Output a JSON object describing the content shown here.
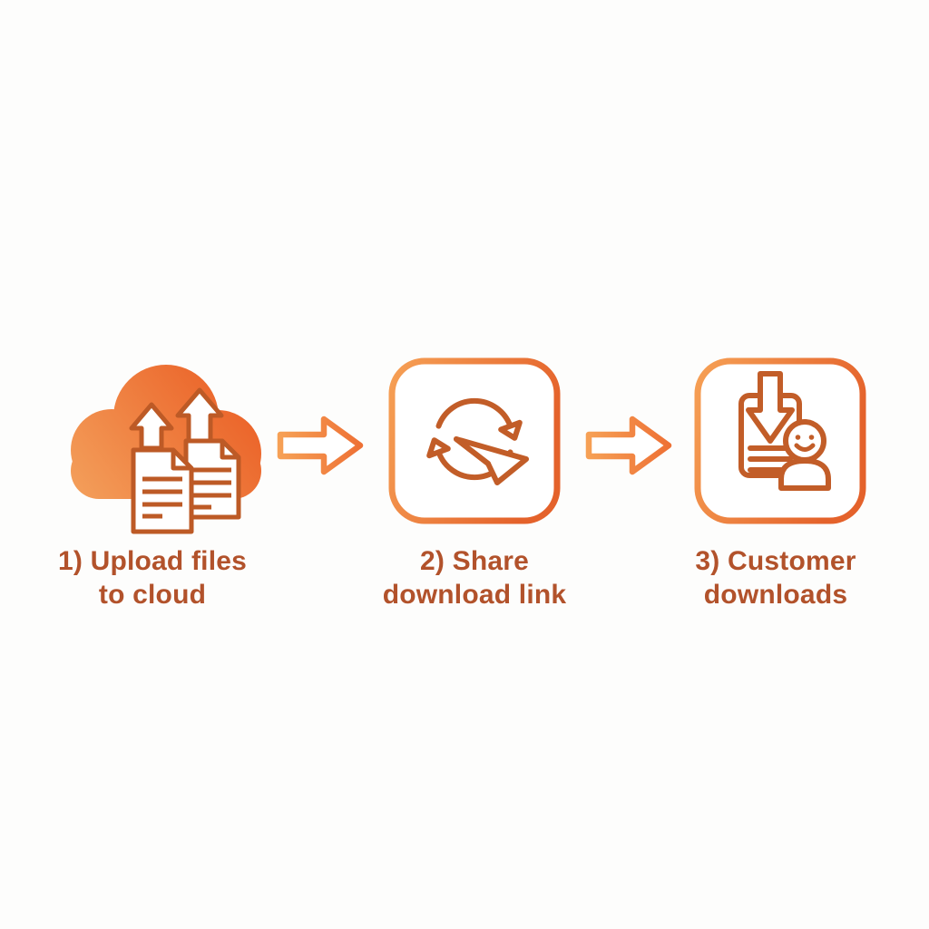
{
  "page": {
    "background_color": "#fdfdfc"
  },
  "diagram": {
    "type": "process-flow",
    "direction": "left-to-right",
    "colors": {
      "icon_stroke": "#bd5a26",
      "label_text": "#b2522b",
      "cloud_gradient_start": "#f4a35e",
      "cloud_gradient_end": "#ea5c23",
      "box_border_gradient_start": "#f6a055",
      "box_border_gradient_end": "#e4622b",
      "connector_gradient_start": "#f6a055",
      "connector_gradient_end": "#ee7135"
    },
    "steps": [
      {
        "number": "1",
        "label_line1": "1) Upload files",
        "label_line2": "to cloud",
        "icon": "cloud-upload-files-icon"
      },
      {
        "number": "2",
        "label_line1": "2) Share",
        "label_line2": "download link",
        "icon": "sync-send-link-icon"
      },
      {
        "number": "3",
        "label_line1": "3) Customer",
        "label_line2": "downloads",
        "icon": "document-download-customer-icon"
      }
    ],
    "connectors": [
      {
        "icon": "flow-arrow-icon"
      },
      {
        "icon": "flow-arrow-icon"
      }
    ]
  }
}
